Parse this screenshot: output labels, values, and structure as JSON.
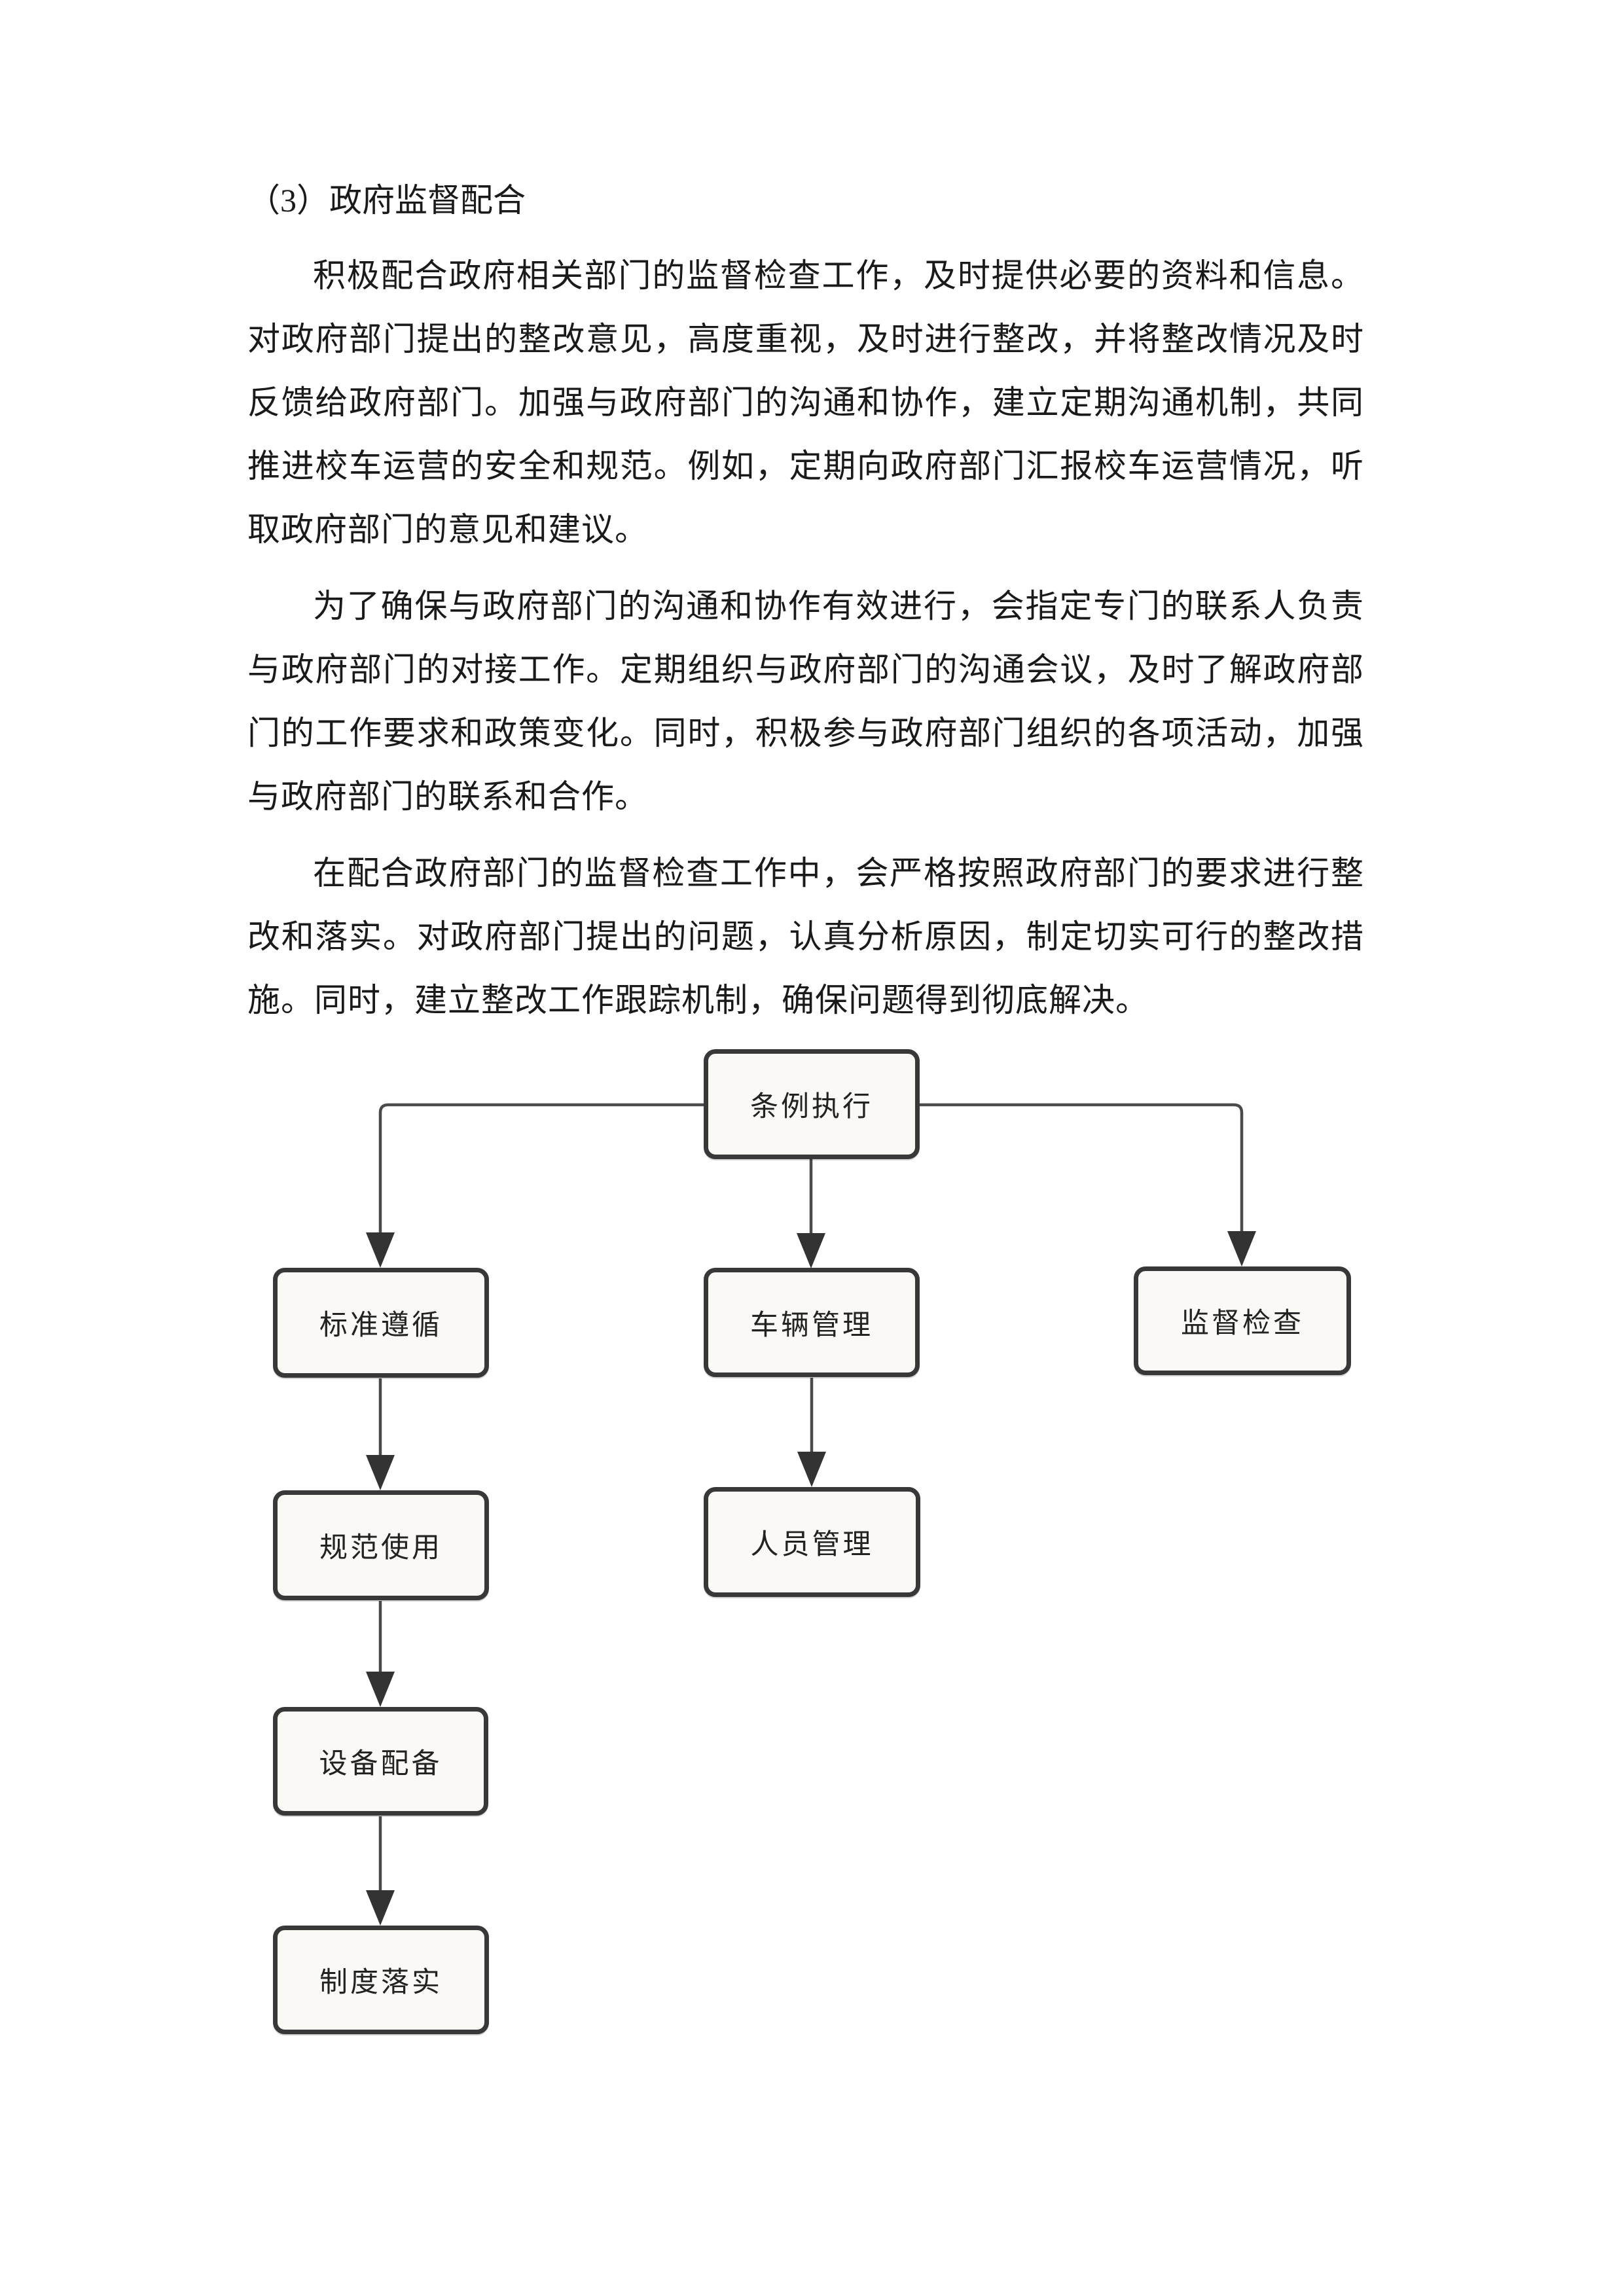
{
  "document": {
    "heading": "（3）政府监督配合",
    "paragraphs": [
      "积极配合政府相关部门的监督检查工作，及时提供必要的资料和信息。对政府部门提出的整改意见，高度重视，及时进行整改，并将整改情况及时反馈给政府部门。加强与政府部门的沟通和协作，建立定期沟通机制，共同推进校车运营的安全和规范。例如，定期向政府部门汇报校车运营情况，听取政府部门的意见和建议。",
      "为了确保与政府部门的沟通和协作有效进行，会指定专门的联系人负责与政府部门的对接工作。定期组织与政府部门的沟通会议，及时了解政府部门的工作要求和政策变化。同时，积极参与政府部门组织的各项活动，加强与政府部门的联系和合作。",
      "在配合政府部门的监督检查工作中，会严格按照政府部门的要求进行整改和落实。对政府部门提出的问题，认真分析原因，制定切实可行的整改措施。同时，建立整改工作跟踪机制，确保问题得到彻底解决。"
    ]
  },
  "flowchart": {
    "type": "flowchart",
    "nodes": [
      {
        "id": "n1",
        "label": "条例执行"
      },
      {
        "id": "n2",
        "label": "标准遵循"
      },
      {
        "id": "n3",
        "label": "车辆管理"
      },
      {
        "id": "n4",
        "label": "监督检查"
      },
      {
        "id": "n5",
        "label": "规范使用"
      },
      {
        "id": "n6",
        "label": "人员管理"
      },
      {
        "id": "n7",
        "label": "设备配备"
      },
      {
        "id": "n8",
        "label": "制度落实"
      }
    ],
    "edges": [
      {
        "from": "条例执行",
        "to": "标准遵循"
      },
      {
        "from": "条例执行",
        "to": "车辆管理"
      },
      {
        "from": "条例执行",
        "to": "监督检查"
      },
      {
        "from": "标准遵循",
        "to": "规范使用"
      },
      {
        "from": "规范使用",
        "to": "设备配备"
      },
      {
        "from": "设备配备",
        "to": "制度落实"
      },
      {
        "from": "车辆管理",
        "to": "人员管理"
      }
    ],
    "colors": {
      "node_border": "#383838",
      "node_fill": "#faf9f6",
      "edge_line": "#4a4a4a",
      "arrowhead": "#333333",
      "text": "#222222"
    }
  }
}
